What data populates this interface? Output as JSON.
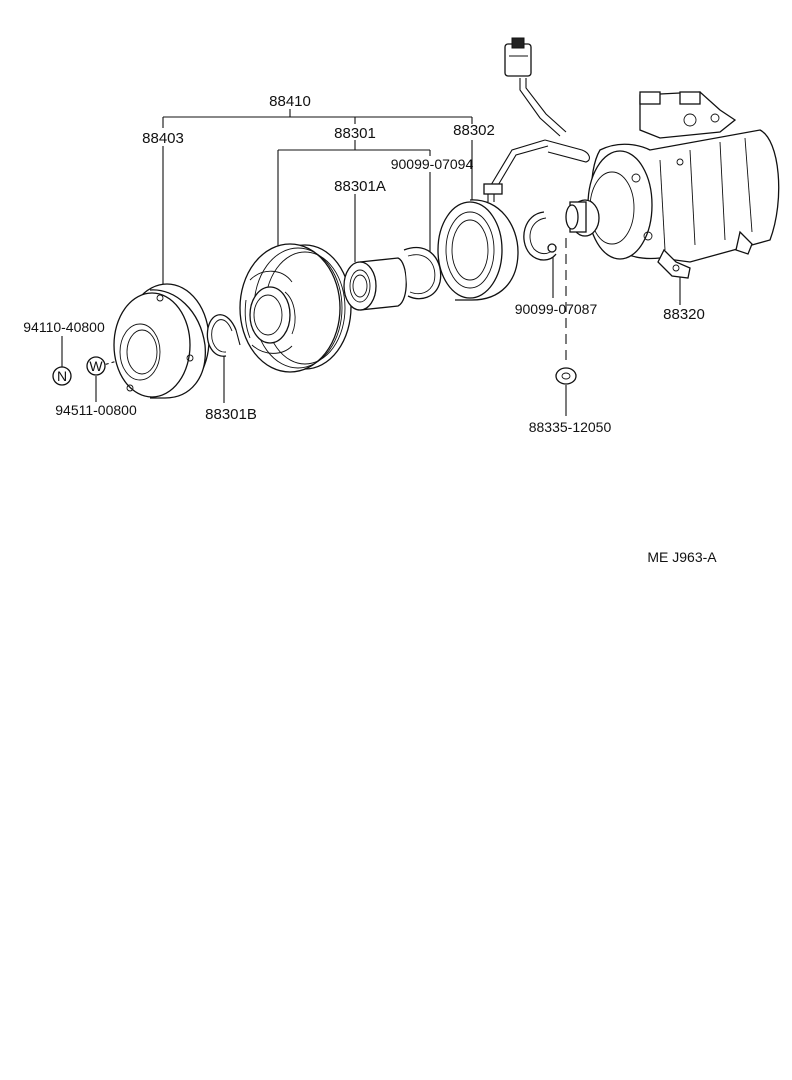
{
  "labels": {
    "assy": "88410",
    "plate": "88403",
    "pulley": "88301",
    "stator": "88302",
    "bearing": "88301A",
    "snap_ring_a": "90099-07094",
    "snap_ring_b": "88301B",
    "snap_ring_c": "90099-07087",
    "compressor": "88320",
    "shim": "88335-12050",
    "nut": "94110-40800",
    "washer": "94511-00800",
    "ref": "ME J963-A"
  },
  "symbols": {
    "nut": "N",
    "washer": "W"
  }
}
